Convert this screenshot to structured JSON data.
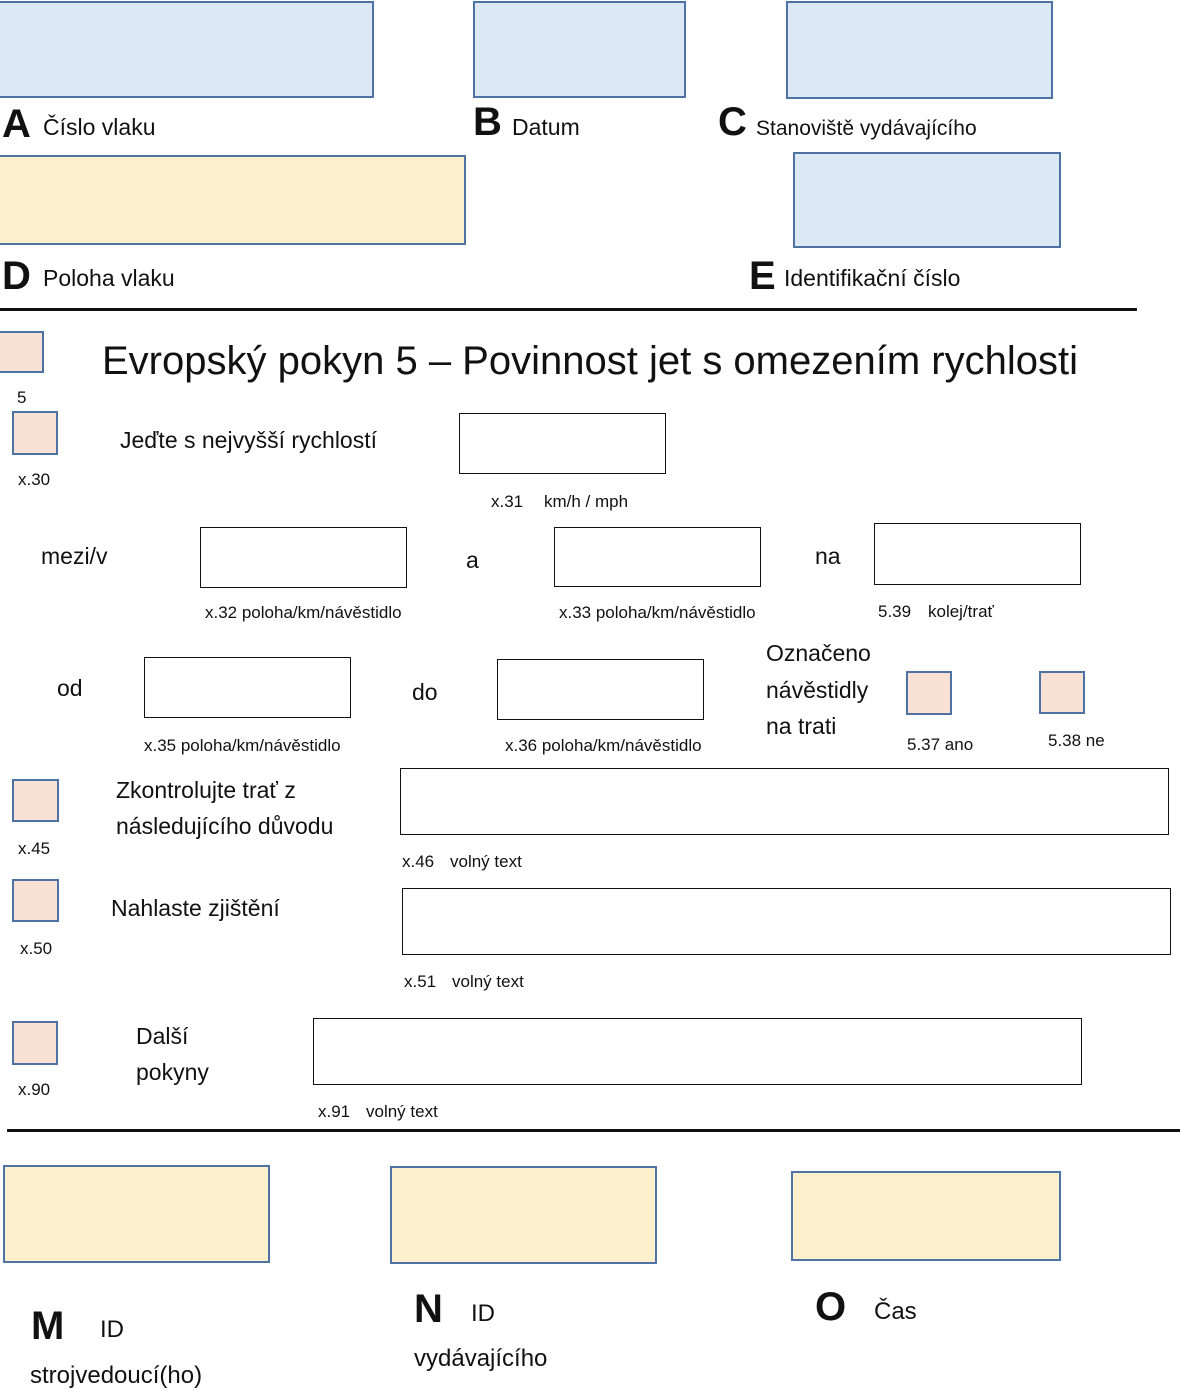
{
  "header": {
    "a": {
      "letter": "A",
      "label": "Číslo vlaku"
    },
    "b": {
      "letter": "B",
      "label": "Datum"
    },
    "c": {
      "letter": "C",
      "label": "Stanoviště vydávajícího"
    },
    "d": {
      "letter": "D",
      "label": "Poloha vlaku"
    },
    "e": {
      "letter": "E",
      "label": "Identifikační číslo"
    }
  },
  "title": "Evropský pokyn 5 – Povinnost jet s omezením rychlosti",
  "form": {
    "sel5": "5",
    "x30": {
      "code": "x.30",
      "label": "Jeďte s nejvyšší rychlostí",
      "field_code": "x.31",
      "field_unit": "km/h / mph"
    },
    "between": {
      "label": "mezi/v",
      "x32": "x.32 poloha/km/návěstidlo",
      "and": "a",
      "x33": "x.33 poloha/km/návěstidlo",
      "on": "na",
      "f539_code": "5.39",
      "f539_label": "kolej/trať"
    },
    "from_to": {
      "from": "od",
      "x35": "x.35 poloha/km/návěstidlo",
      "to": "do",
      "x36": "x.36 poloha/km/návěstidlo"
    },
    "marked": {
      "line1": "Označeno",
      "line2": "návěstidly",
      "line3": "na trati",
      "yes": "5.37 ano",
      "no": "5.38 ne"
    },
    "x45": {
      "code": "x.45",
      "line1": "Zkontrolujte trať z",
      "line2": "následujícího důvodu",
      "field_code": "x.46",
      "field_label": "volný text"
    },
    "x50": {
      "code": "x.50",
      "label": "Nahlaste zjištění",
      "field_code": "x.51",
      "field_label": "volný text"
    },
    "x90": {
      "code": "x.90",
      "line1": "Další",
      "line2": "pokyny",
      "field_code": "x.91",
      "field_label": "volný text"
    }
  },
  "footer": {
    "m": {
      "letter": "M",
      "label1": "ID",
      "label2": "strojvedoucí(ho)"
    },
    "n": {
      "letter": "N",
      "label1": "ID",
      "label2": "vydávajícího"
    },
    "o": {
      "letter": "O",
      "label1": "Čas"
    }
  },
  "colors": {
    "header_box_fill": "#dde8f5",
    "position_box_fill": "#fdf0cd",
    "checkbox_fill": "#f9e1d6",
    "box_border": "#4f72a5"
  }
}
